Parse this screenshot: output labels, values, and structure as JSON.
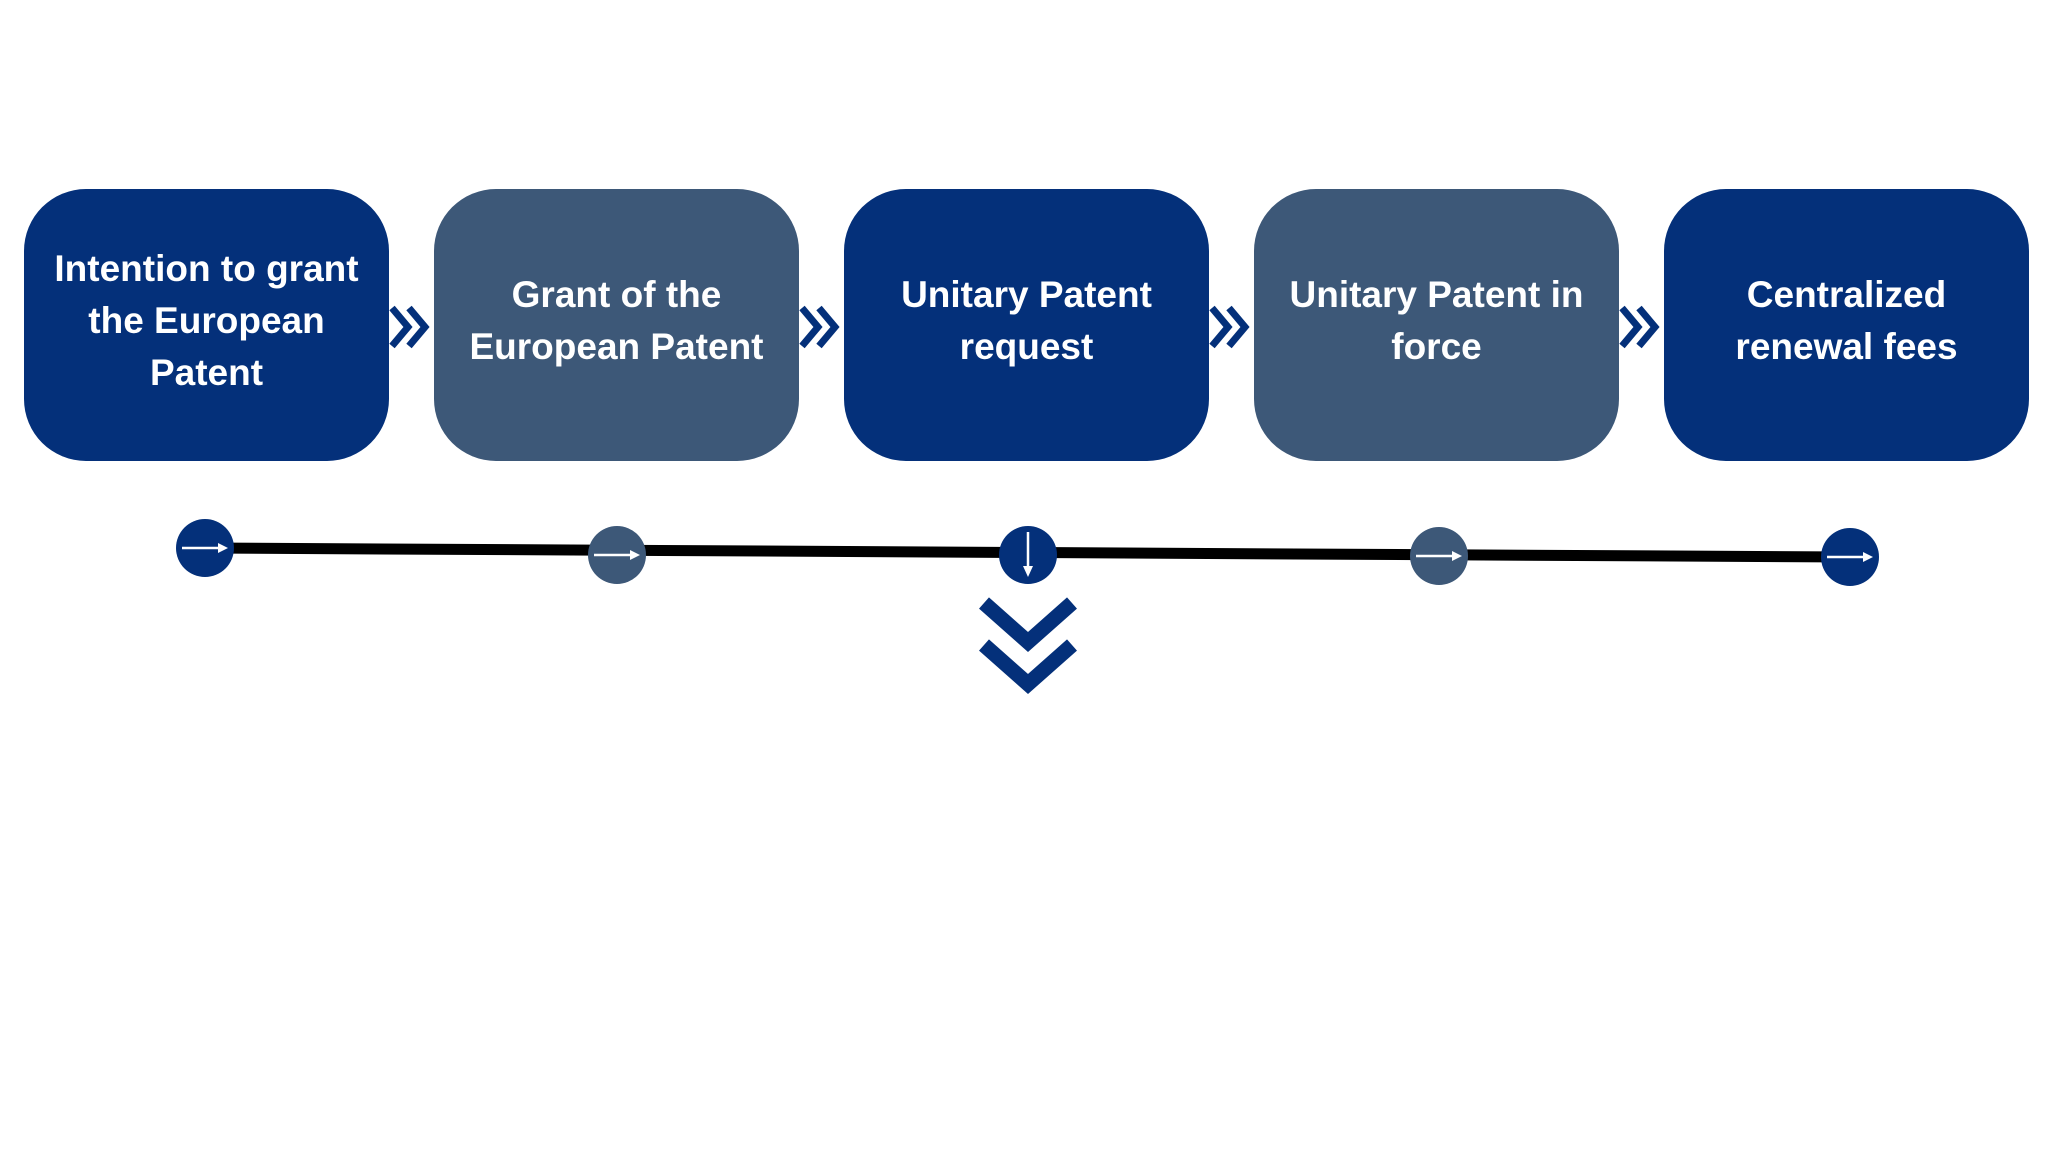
{
  "colors": {
    "primary": "#04307a",
    "secondary": "#3d5878",
    "timeline_line": "#000000",
    "text": "#ffffff"
  },
  "steps": [
    {
      "label": "Intention to grant the European Patent",
      "style": "primary",
      "marker_icon": "arrow-right-icon"
    },
    {
      "label": "Grant of the European Patent",
      "style": "secondary",
      "marker_icon": "arrow-right-icon"
    },
    {
      "label": "Unitary Patent request",
      "style": "primary",
      "marker_icon": "arrow-down-icon"
    },
    {
      "label": "Unitary Patent in force",
      "style": "secondary",
      "marker_icon": "arrow-right-icon"
    },
    {
      "label": "Centralized renewal fees",
      "style": "primary",
      "marker_icon": "arrow-right-icon"
    }
  ],
  "connectors": {
    "icon": "double-chevron-right-icon"
  },
  "expand_indicator": {
    "icon": "double-chevron-down-icon"
  }
}
